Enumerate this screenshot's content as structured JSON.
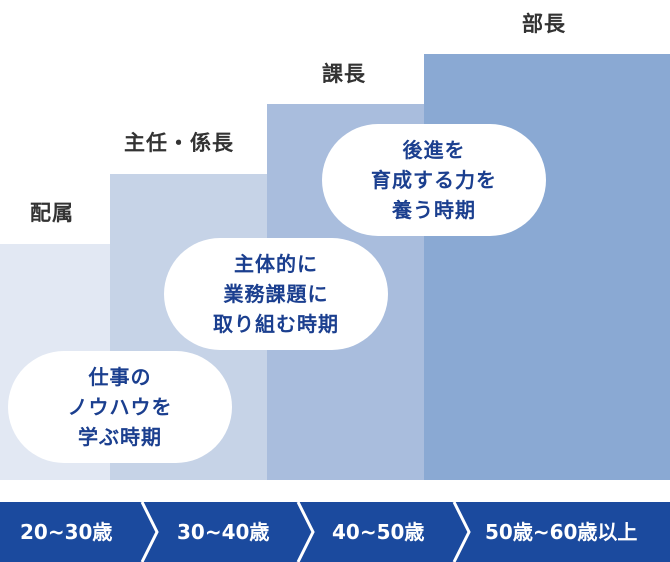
{
  "roles": {
    "r1": "配属",
    "r2": "主任・係長",
    "r3": "課長",
    "r4": "部長"
  },
  "bubbles": {
    "b1": [
      "仕事の",
      "ノウハウを",
      "学ぶ時期"
    ],
    "b2": [
      "主体的に",
      "業務課題に",
      "取り組む時期"
    ],
    "b3": [
      "後進を",
      "育成する力を",
      "養う時期"
    ]
  },
  "timeline": {
    "t1": "20~30歳",
    "t2": "30~40歳",
    "t3": "40~50歳",
    "t4": "50歳~60歳以上"
  },
  "colors": {
    "step1": "#e2e8f3",
    "step2": "#c6d3e7",
    "step3": "#a9bddd",
    "step4": "#8aa9d3",
    "timeline": "#1b4a9e",
    "bubble_text": "#1b3f8f"
  },
  "icons": [
    "chevron-right-icon"
  ]
}
